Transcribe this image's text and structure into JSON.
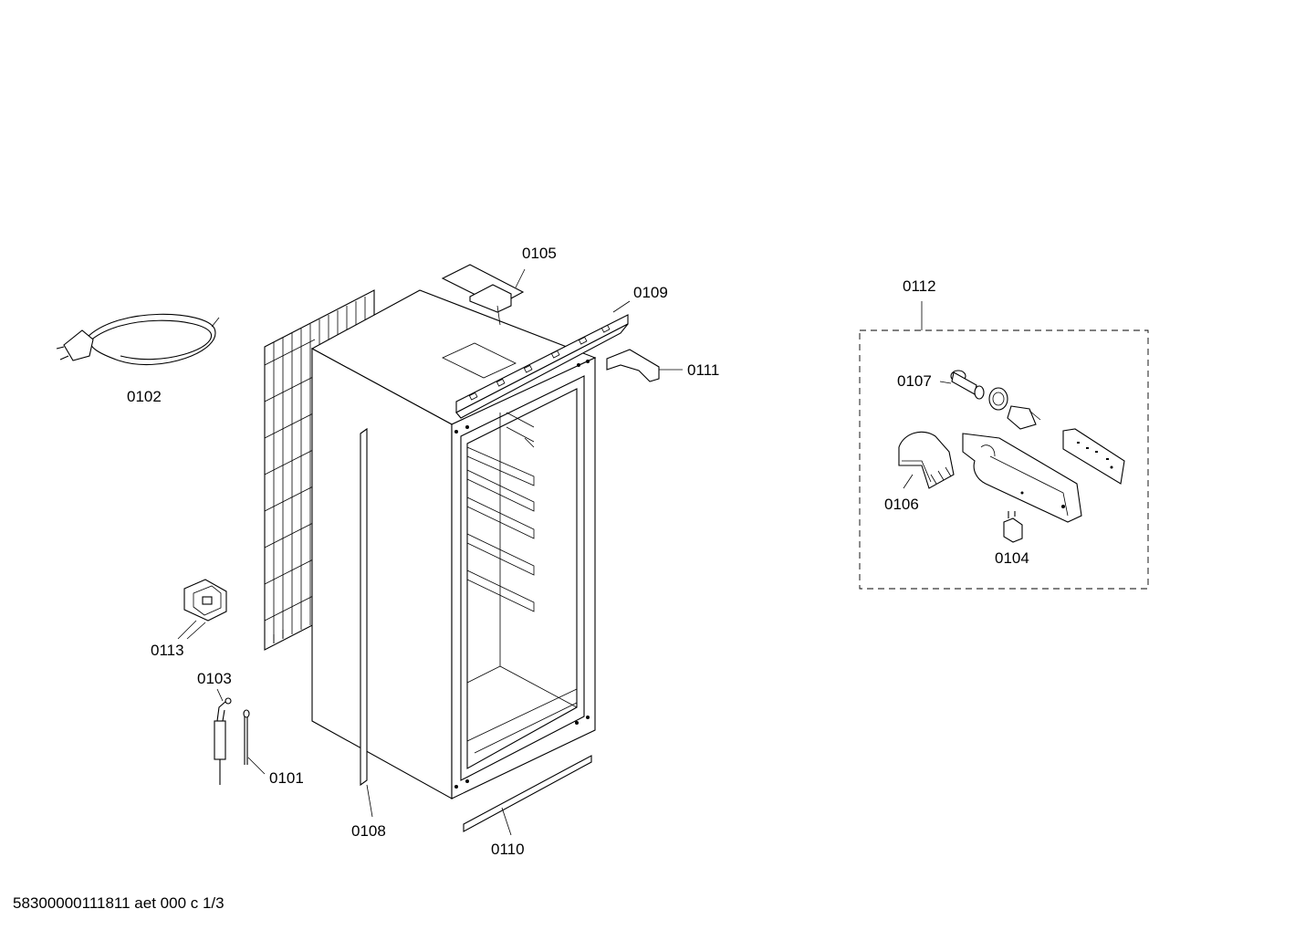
{
  "labels": {
    "p0101": "0101",
    "p0102": "0102",
    "p0103": "0103",
    "p0104": "0104",
    "p0105": "0105",
    "p0106": "0106",
    "p0107": "0107",
    "p0108": "0108",
    "p0109": "0109",
    "p0110": "0110",
    "p0111": "0111",
    "p0112": "0112",
    "p0113": "0113"
  },
  "footer": "58300000111811 aet 000 c 1/3"
}
